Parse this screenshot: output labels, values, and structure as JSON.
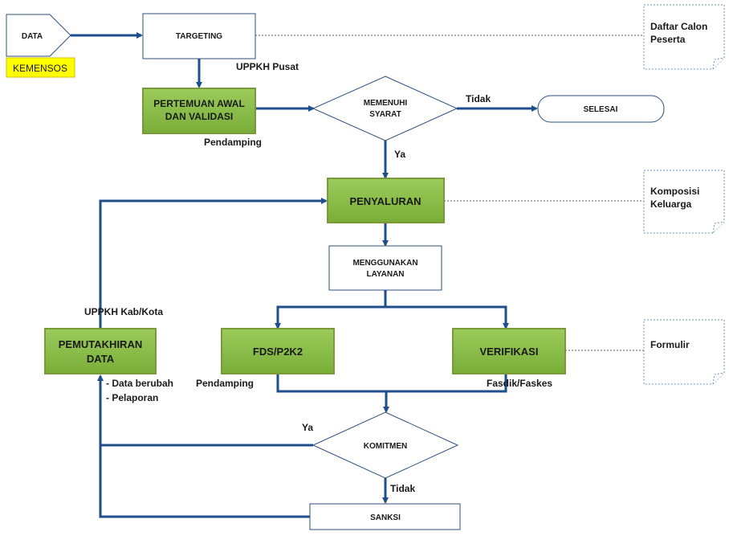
{
  "nodes": {
    "data": "DATA",
    "kemensos": "KEMENSOS",
    "targeting": "TARGETING",
    "uppkh_pusat": "UPPKH Pusat",
    "pertemuan_line1": "PERTEMUAN AWAL",
    "pertemuan_line2": "DAN VALIDASI",
    "pendamping_1": "Pendamping",
    "memenuhi_line1": "MEMENUHI",
    "memenuhi_line2": "SYARAT",
    "tidak_1": "Tidak",
    "selesai": "SELESAI",
    "ya_1": "Ya",
    "penyaluran": "PENYALURAN",
    "menggunakan_line1": "MENGGUNAKAN",
    "menggunakan_line2": "LAYANAN",
    "uppkh_kab": "UPPKH Kab/Kota",
    "pemutakhiran_line1": "PEMUTAKHIRAN",
    "pemutakhiran_line2": "DATA",
    "fds": "FDS/P2K2",
    "verifikasi": "VERIFIKASI",
    "pendamping_2": "Pendamping",
    "fasdik": "Fasdik/Faskes",
    "data_berubah": "- Data berubah",
    "pelaporan": "- Pelaporan",
    "ya_2": "Ya",
    "komitmen": "KOMITMEN",
    "tidak_2": "Tidak",
    "sanksi": "SANKSI"
  },
  "documents": {
    "daftar_line1": "Daftar Calon",
    "daftar_line2": "Peserta",
    "komposisi_line1": "Komposisi",
    "komposisi_line2": "Keluarga",
    "formulir": "Formulir"
  },
  "colors": {
    "flow_arrow": "#1f4e8c",
    "green_box": "#8cbf4a",
    "kemensos_bg": "#ffff00"
  }
}
